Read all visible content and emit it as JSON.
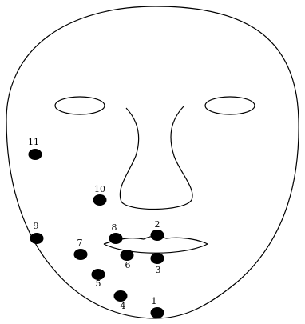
{
  "diagram": {
    "line_color": "#000000",
    "dot_color": "#000000",
    "points": [
      {
        "label": "1"
      },
      {
        "label": "2"
      },
      {
        "label": "3"
      },
      {
        "label": "4"
      },
      {
        "label": "5"
      },
      {
        "label": "6"
      },
      {
        "label": "7"
      },
      {
        "label": "8"
      },
      {
        "label": "9"
      },
      {
        "label": "10"
      },
      {
        "label": "11"
      }
    ]
  }
}
